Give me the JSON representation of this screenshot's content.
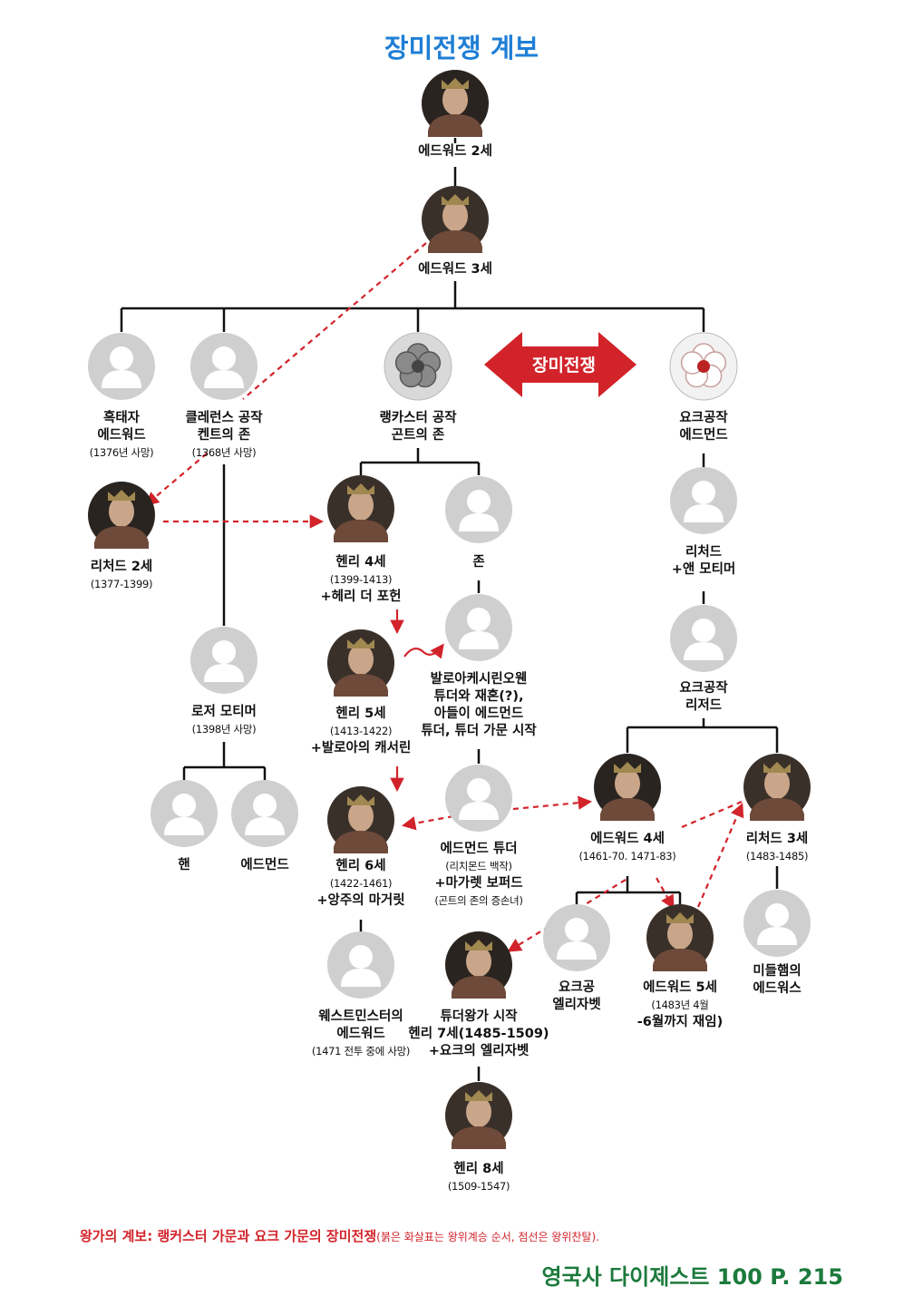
{
  "title": "장미전쟁 계보",
  "war_label": "장미전쟁",
  "caption_main": "왕가의 계보: 랭커스터 가문과 요크 가문의 장미전쟁",
  "caption_note": "(붉은 화살표는 왕위계승 순서, 점선은 왕위찬탈).",
  "source": "영국사 다이제스트 100  P.  215",
  "colors": {
    "title": "#1f7fd6",
    "arrow": "#d2232a",
    "source": "#1c7a3c",
    "placeholder": "#cfcfcf"
  },
  "people": [
    {
      "id": "edward2",
      "lines": [
        "에드워드 2세"
      ],
      "portrait": "king-portrait"
    },
    {
      "id": "edward3",
      "lines": [
        "에드워드 3세"
      ],
      "portrait": "king-portrait"
    },
    {
      "id": "black-prince",
      "lines": [
        "흑태자",
        "에드워드",
        "(1376년 사망)"
      ],
      "portrait": "placeholder"
    },
    {
      "id": "clarence",
      "lines": [
        "클레런스 공작",
        "켄트의 존",
        "(1368년 사망)"
      ],
      "portrait": "placeholder"
    },
    {
      "id": "lancaster",
      "lines": [
        "랭카스터 공작",
        "곤트의 존"
      ],
      "portrait": "lancaster-rose"
    },
    {
      "id": "york",
      "lines": [
        "요크공작",
        "에드먼드"
      ],
      "portrait": "york-rose"
    },
    {
      "id": "richard2",
      "lines": [
        "리처드 2세",
        "(1377-1399)"
      ],
      "portrait": "king-portrait"
    },
    {
      "id": "henry4",
      "lines": [
        "헨리 4세",
        "(1399-1413)",
        "+헤리 더 포헌"
      ],
      "portrait": "king-portrait"
    },
    {
      "id": "john",
      "lines": [
        "존"
      ],
      "portrait": "placeholder"
    },
    {
      "id": "richard-anne",
      "lines": [
        "리처드",
        "+앤 모티머"
      ],
      "portrait": "placeholder"
    },
    {
      "id": "roger",
      "lines": [
        "로저 모티머",
        "(1398년 사망)"
      ],
      "portrait": "placeholder"
    },
    {
      "id": "henry5",
      "lines": [
        "헨리 5세",
        "(1413-1422)",
        "+발로아의 캐서린"
      ],
      "portrait": "king-portrait"
    },
    {
      "id": "catherine",
      "lines": [
        "발로아케시린오웬",
        "튜더와 재혼(?),",
        "아들이 에드먼드",
        "튜더, 튜더 가문 시작"
      ],
      "portrait": "placeholder"
    },
    {
      "id": "york-richard",
      "lines": [
        "요크공작",
        "리저드"
      ],
      "portrait": "placeholder"
    },
    {
      "id": "han",
      "lines": [
        "핸"
      ],
      "portrait": "placeholder"
    },
    {
      "id": "edmund-m",
      "lines": [
        "에드먼드"
      ],
      "portrait": "placeholder"
    },
    {
      "id": "henry6",
      "lines": [
        "헨리 6세",
        "(1422-1461)",
        "+앙주의 마거릿"
      ],
      "portrait": "king-portrait"
    },
    {
      "id": "edmund-tudor",
      "lines": [
        "에드먼드 튜더",
        "(리치몬드 백작)",
        "+마가렛 보퍼드",
        "(곤트의 존의 증손녀)"
      ],
      "portrait": "placeholder"
    },
    {
      "id": "edward4",
      "lines": [
        "에드워드 4세",
        "(1461-70. 1471-83)"
      ],
      "portrait": "king-portrait"
    },
    {
      "id": "richard3",
      "lines": [
        "리처드 3세",
        "(1483-1485)"
      ],
      "portrait": "king-portrait"
    },
    {
      "id": "westminster",
      "lines": [
        "웨스트민스터의",
        "에드워드",
        "(1471 전투 중에 사망)"
      ],
      "portrait": "placeholder"
    },
    {
      "id": "henry7",
      "lines": [
        "튜더왕가 시작",
        "헨리 7세(1485-1509)",
        "+요크의 엘리자벳"
      ],
      "portrait": "king-portrait"
    },
    {
      "id": "elizabeth",
      "lines": [
        "요크공",
        "엘리자벳"
      ],
      "portrait": "placeholder"
    },
    {
      "id": "edward5",
      "lines": [
        "에드워드 5세",
        "(1483년 4월",
        "-6월까지 재임)"
      ],
      "portrait": "king-portrait"
    },
    {
      "id": "middleham",
      "lines": [
        "미들햄의",
        "에드워스"
      ],
      "portrait": "placeholder"
    },
    {
      "id": "henry8",
      "lines": [
        "헨리 8세",
        "(1509-1547)"
      ],
      "portrait": "king-portrait"
    }
  ]
}
